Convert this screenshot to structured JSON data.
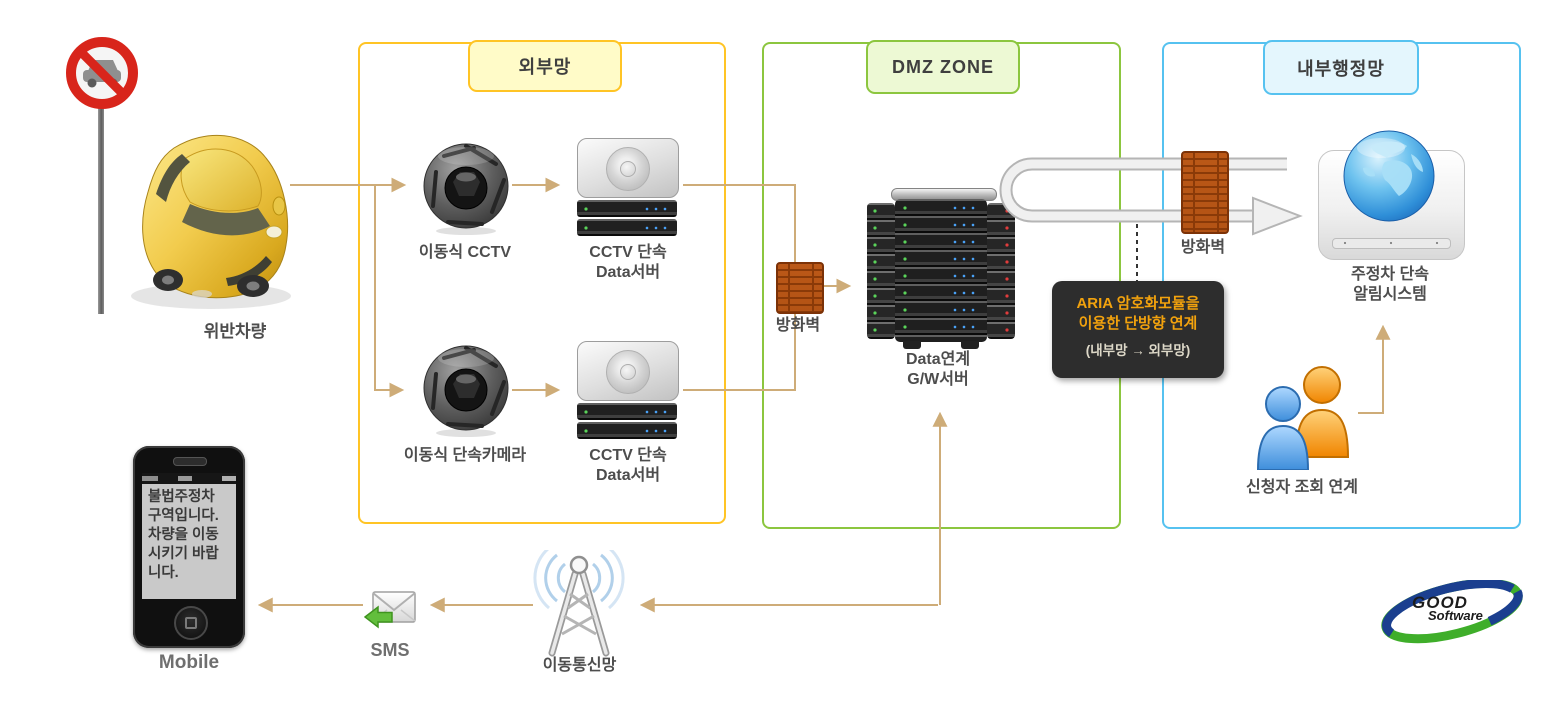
{
  "zones": {
    "external": {
      "label": "외부망",
      "border_color": "#FFC425",
      "badge_bg": "#FFFBC8"
    },
    "dmz": {
      "label": "DMZ ZONE",
      "border_color": "#8CC63F",
      "badge_bg": "#EDF9D4"
    },
    "internal": {
      "label": "내부행정망",
      "border_color": "#56C2F0",
      "badge_bg": "#E4F6FD"
    }
  },
  "nodes": {
    "violation_car": {
      "label": "위반차량"
    },
    "mobile_cctv": {
      "label": "이동식 CCTV"
    },
    "mobile_enforcement_camera": {
      "label": "이동식 단속카메라"
    },
    "cctv_data_server_top": {
      "label_line1": "CCTV 단속",
      "label_line2": "Data서버"
    },
    "cctv_data_server_bottom": {
      "label_line1": "CCTV 단속",
      "label_line2": "Data서버"
    },
    "firewall_dmz": {
      "label": "방화벽"
    },
    "data_gw_server": {
      "label_line1": "Data연계",
      "label_line2": "G/W서버"
    },
    "firewall_internal": {
      "label": "방화벽"
    },
    "parking_notify_system": {
      "label_line1": "주정차 단속",
      "label_line2": "알림시스템"
    },
    "applicant_link": {
      "label": "신청자 조회 연계"
    },
    "mobile_phone": {
      "label": "Mobile",
      "screen_lines": [
        "불법주정차",
        "구역입니다.",
        "차량을 이동",
        "시키기 바랍",
        "니다."
      ]
    },
    "sms": {
      "label": "SMS"
    },
    "mobile_network": {
      "label": "이동통신망"
    }
  },
  "aria_note": {
    "line1": "ARIA 암호화모듈을",
    "line2": "이용한 단방향 연계",
    "line3": "(내부망 → 외부망)"
  },
  "logo": {
    "line1": "GOOD",
    "line2": "Software"
  },
  "colors": {
    "arrow": "#CEAC78",
    "zone_external_border": "#FFC425",
    "zone_dmz_border": "#8CC63F",
    "zone_internal_border": "#56C2F0",
    "aria_bg": "#2D2D2D",
    "aria_text": "#F2A20D",
    "firewall_brick": "#C05E1A",
    "logo_blue": "#1B3F8F",
    "logo_green": "#3FAE2A"
  }
}
